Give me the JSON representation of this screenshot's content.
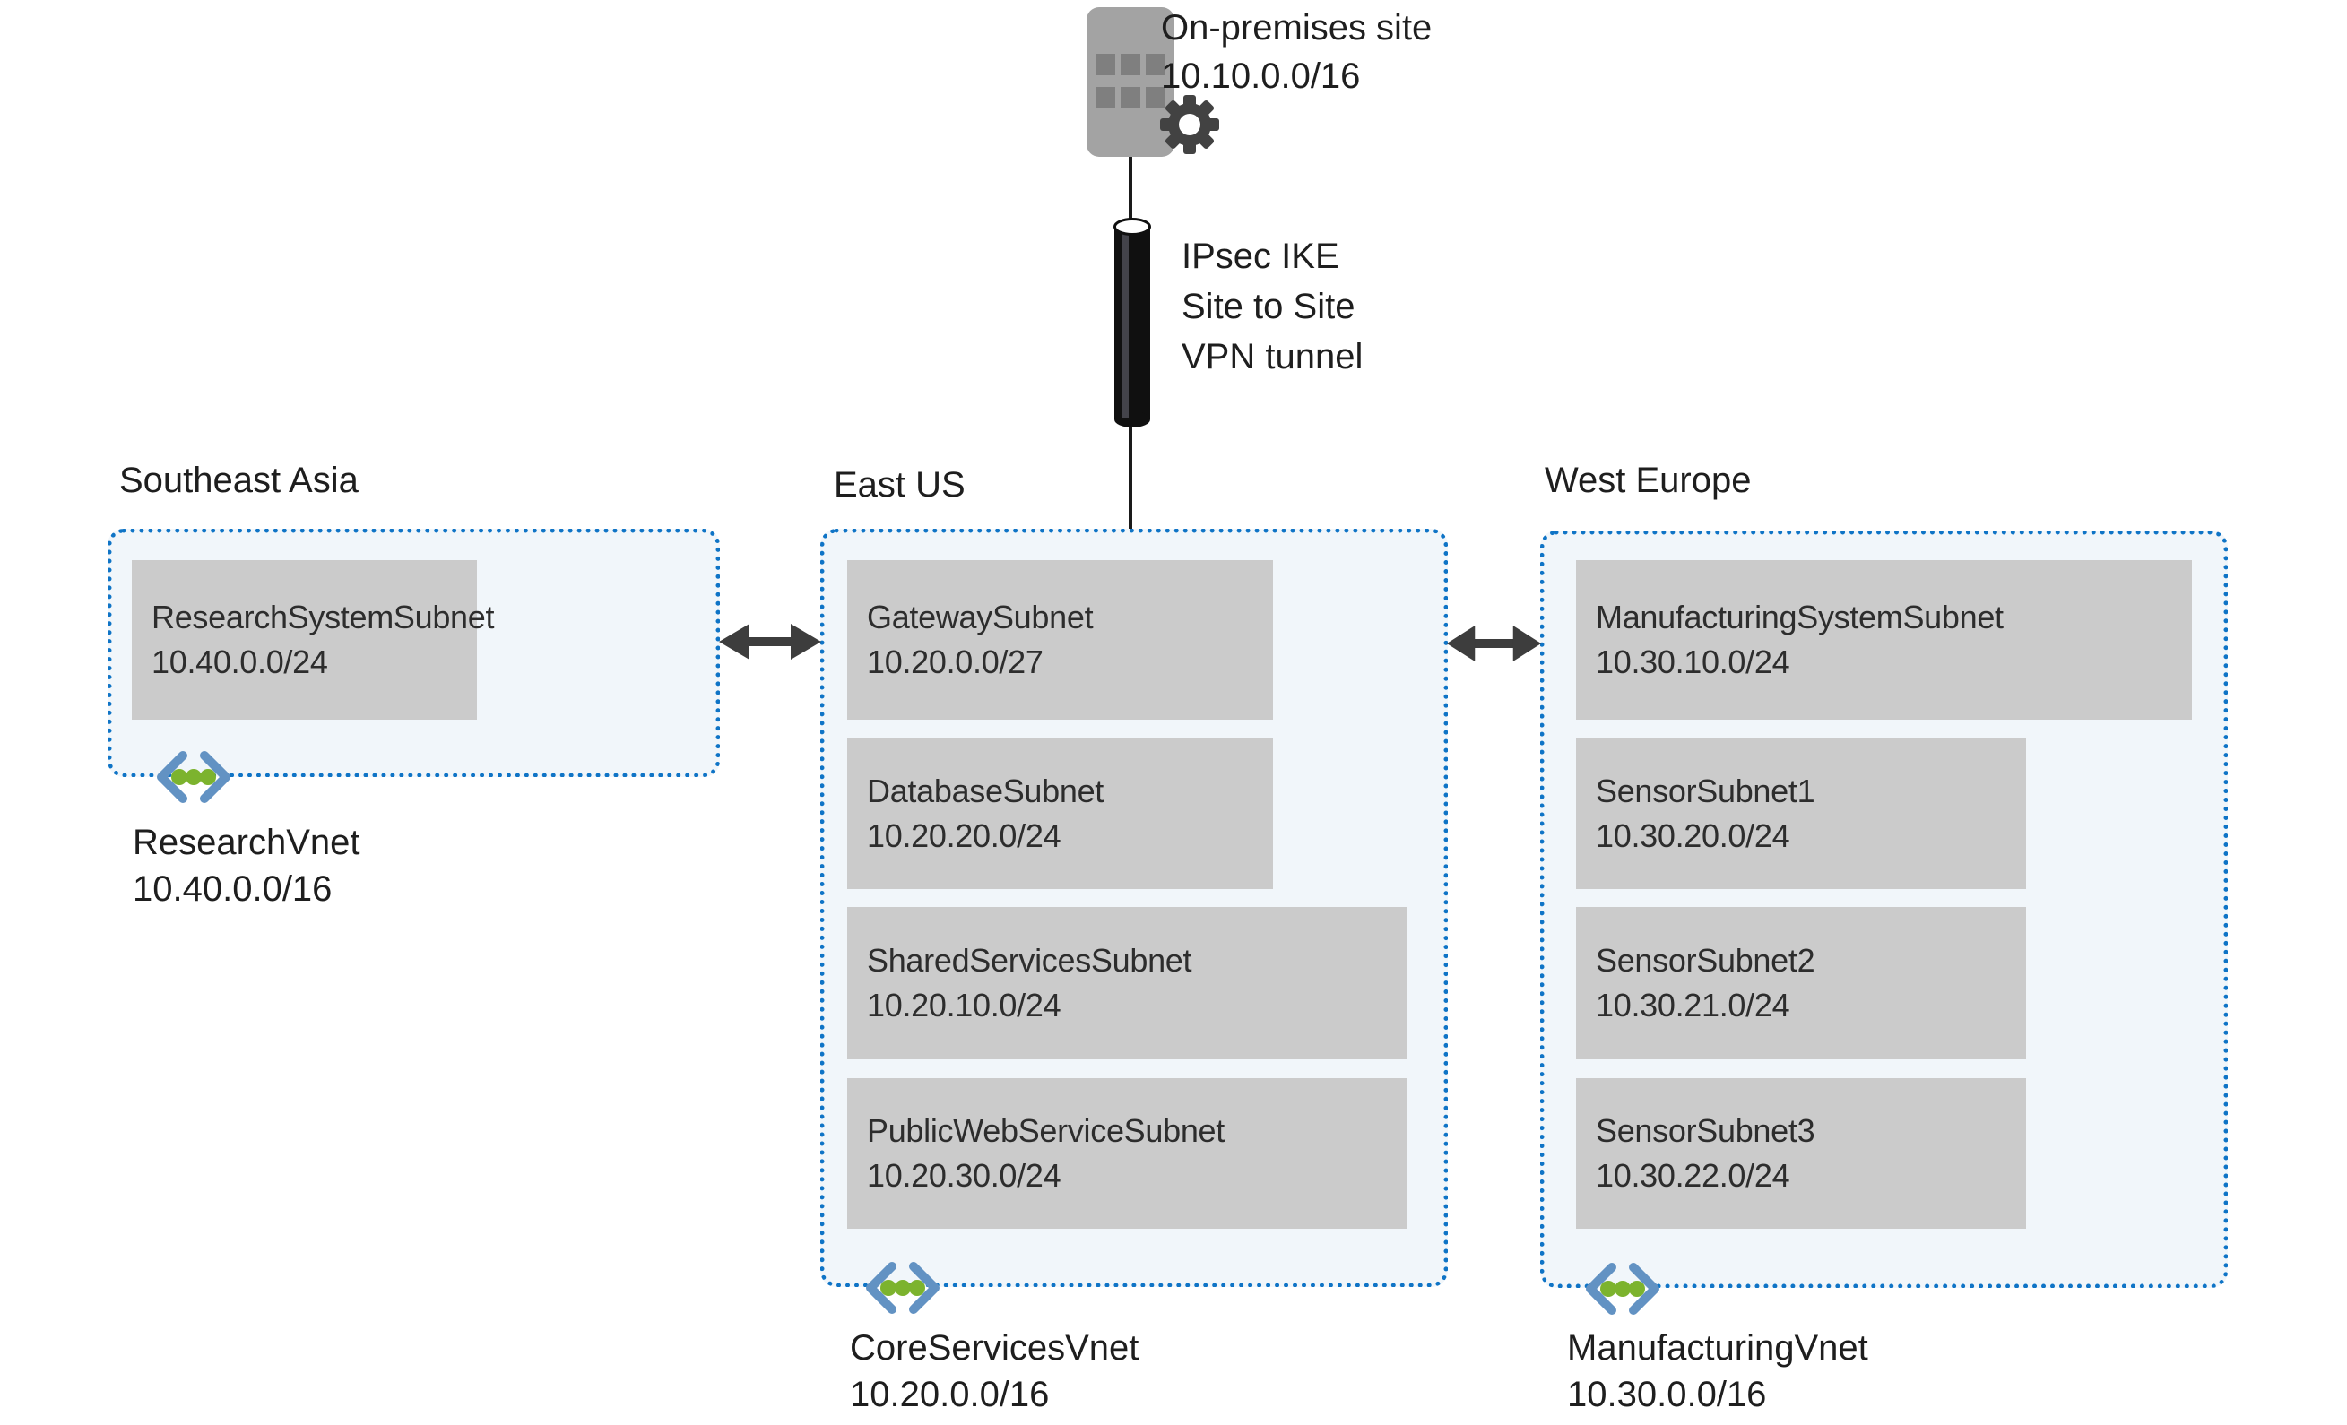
{
  "on_premises": {
    "name": "On-premises site",
    "cidr": "10.10.0.0/16"
  },
  "vpn_tunnel": {
    "lines": [
      "IPsec IKE",
      "Site to Site",
      "VPN tunnel"
    ]
  },
  "regions": [
    {
      "name": "Southeast Asia",
      "vnet": {
        "name": "ResearchVnet",
        "cidr": "10.40.0.0/16"
      },
      "subnets": [
        {
          "name": "ResearchSystemSubnet",
          "cidr": "10.40.0.0/24"
        }
      ]
    },
    {
      "name": "East US",
      "vnet": {
        "name": "CoreServicesVnet",
        "cidr": "10.20.0.0/16"
      },
      "subnets": [
        {
          "name": "GatewaySubnet",
          "cidr": "10.20.0.0/27"
        },
        {
          "name": "DatabaseSubnet",
          "cidr": "10.20.20.0/24"
        },
        {
          "name": "SharedServicesSubnet",
          "cidr": "10.20.10.0/24"
        },
        {
          "name": "PublicWebServiceSubnet",
          "cidr": "10.20.30.0/24"
        }
      ]
    },
    {
      "name": "West Europe",
      "vnet": {
        "name": "ManufacturingVnet",
        "cidr": "10.30.0.0/16"
      },
      "subnets": [
        {
          "name": "ManufacturingSystemSubnet",
          "cidr": "10.30.10.0/24"
        },
        {
          "name": "SensorSubnet1",
          "cidr": "10.30.20.0/24"
        },
        {
          "name": "SensorSubnet2",
          "cidr": "10.30.21.0/24"
        },
        {
          "name": "SensorSubnet3",
          "cidr": "10.30.22.0/24"
        }
      ]
    }
  ],
  "colors": {
    "region_fill": "#f1f6fa",
    "region_border": "#0f74c6",
    "subnet_fill": "#cbcbcb",
    "text": "#1e1e1e",
    "arrow": "#3d3d3d",
    "vnet_chevron": "#6292c3",
    "vnet_dots": "#7cb32e",
    "building": "#a3a3a3",
    "building_window": "#7f7f7f",
    "gear": "#424242",
    "tunnel": "#101010"
  }
}
